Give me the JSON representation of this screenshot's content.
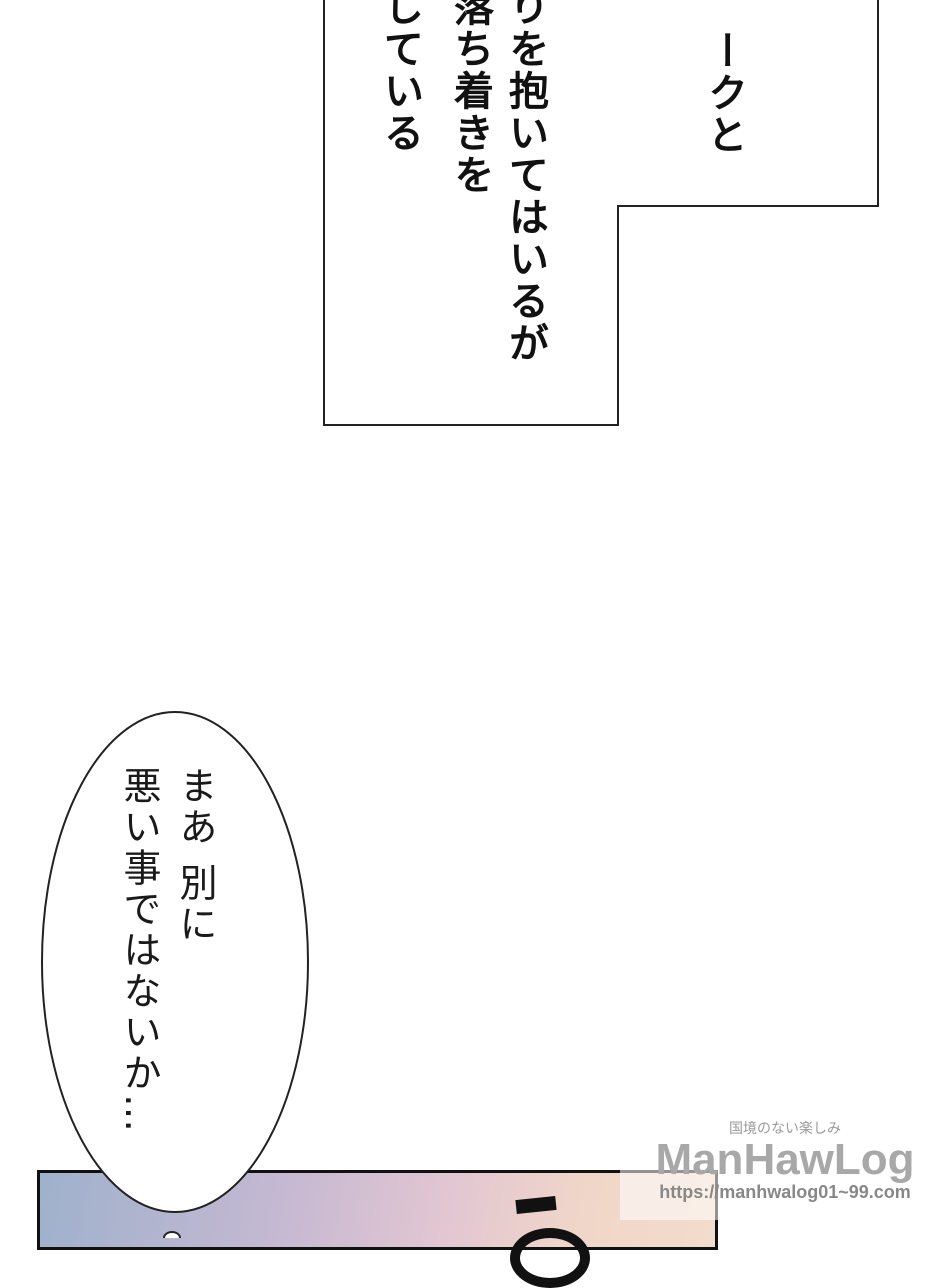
{
  "narration_box": {
    "columns": [
      "ークと",
      "りを抱いてはいるが",
      "落ち着きを",
      "している"
    ]
  },
  "speech_bubble": {
    "lines": [
      "まあ 別に",
      "悪い事ではないか…"
    ]
  },
  "watermark": {
    "tagline": "国境のない楽しみ",
    "logo": "ManHawLog",
    "url": "https://manhwalog01~99.com"
  }
}
